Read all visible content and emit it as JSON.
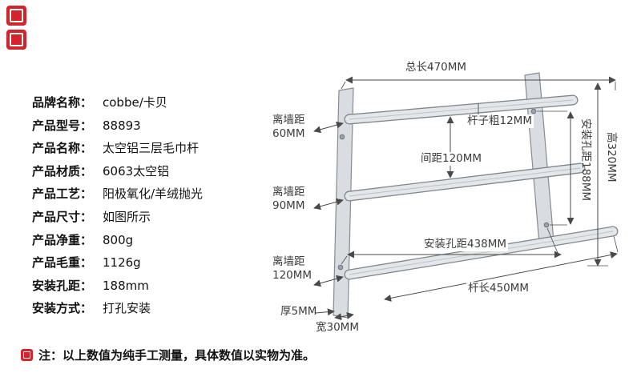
{
  "colors": {
    "accent_red": "#d2242a",
    "rack_silver": "#e3e7ea",
    "rack_outline": "#7f868d",
    "dimension_line": "#4a4a4a"
  },
  "specs": {
    "rows": [
      {
        "label": "品牌名称：",
        "value": "cobbe/卡贝"
      },
      {
        "label": "产品型号：",
        "value": "88893"
      },
      {
        "label": "产品名称：",
        "value": "太空铝三层毛巾杆"
      },
      {
        "label": "产品材质：",
        "value": "6063太空铝"
      },
      {
        "label": "产品工艺：",
        "value": "阳极氧化/羊绒抛光"
      },
      {
        "label": "产品尺寸：",
        "value": "如图所示"
      },
      {
        "label": "产品净重：",
        "value": "800g"
      },
      {
        "label": "产品毛重：",
        "value": "1126g"
      },
      {
        "label": "安装孔距：",
        "value": "188mm"
      },
      {
        "label": "安装方式：",
        "value": "打孔安装"
      }
    ]
  },
  "note": {
    "text": "注：以上数值为纯手工测量，具体数值以实物为准。"
  },
  "diagram": {
    "labels": {
      "total_length": "总长470MM",
      "wall_distance_top": {
        "line1": "离墙距",
        "line2": "60MM"
      },
      "wall_distance_mid": {
        "line1": "离墙距",
        "line2": "90MM"
      },
      "wall_distance_bottom": {
        "line1": "离墙距",
        "line2": "120MM"
      },
      "bar_thickness": "杆子粗12MM",
      "spacing": "间距120MM",
      "mount_hole_distance_h": "安装孔距438MM",
      "bar_length": "杆长450MM",
      "plate_thickness": "厚5MM",
      "plate_width": "宽30MM",
      "height": "高320MM",
      "mount_hole_distance_v": "安装孔距188MM"
    }
  }
}
